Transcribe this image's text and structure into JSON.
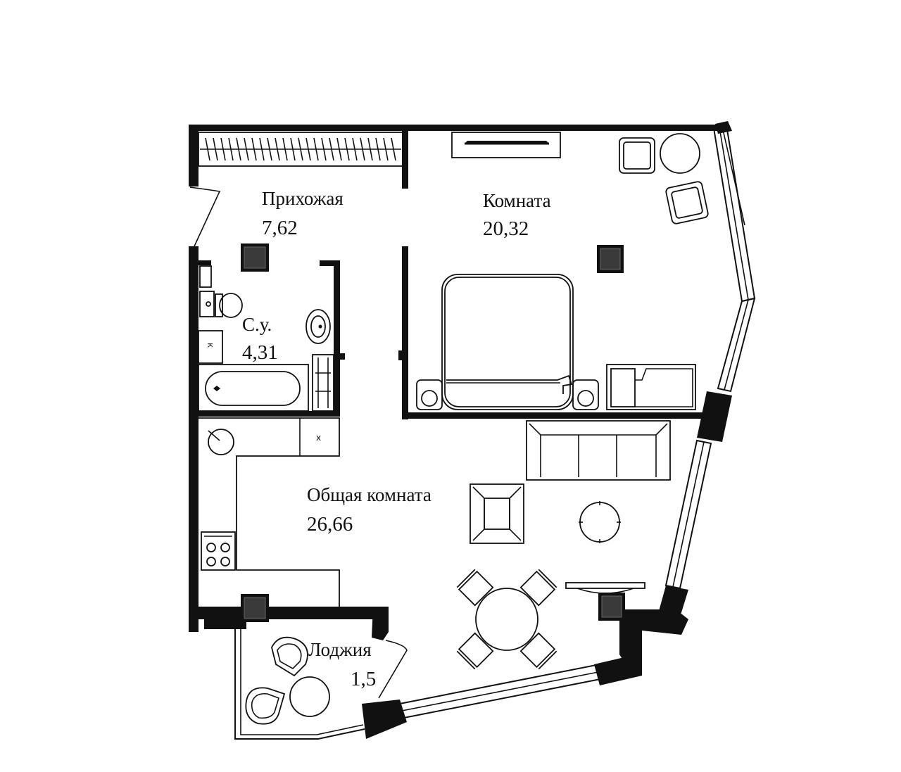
{
  "rooms": {
    "hallway": {
      "name": "Прихожая",
      "area": "7,62"
    },
    "bedroom": {
      "name": "Комната",
      "area": "20,32"
    },
    "bathroom": {
      "name": "С.у.",
      "area": "4,31"
    },
    "living": {
      "name": "Общая комната",
      "area": "26,66"
    },
    "loggia": {
      "name": "Лоджия",
      "area": "1,5"
    }
  },
  "fixtures": {
    "kitchen_cabinet_mark": "x",
    "bathroom_cabinet_mark": "к"
  }
}
